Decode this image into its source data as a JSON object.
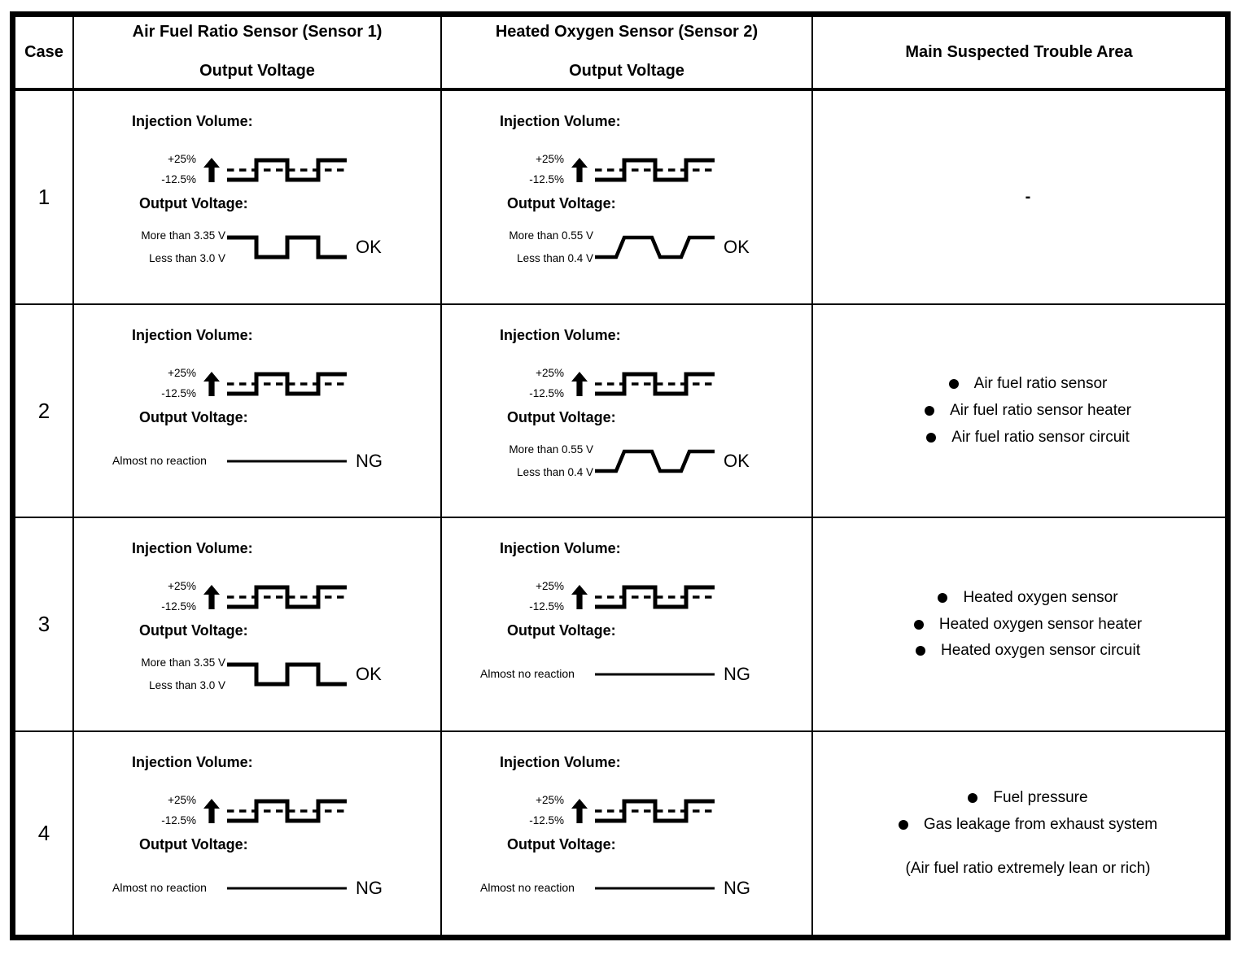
{
  "header": {
    "case": "Case",
    "sensor1_title": "Air Fuel Ratio Sensor (Sensor 1)",
    "sensor1_subtitle": "Output Voltage",
    "sensor2_title": "Heated Oxygen Sensor (Sensor 2)",
    "sensor2_subtitle": "Output Voltage",
    "trouble": "Main Suspected Trouble Area"
  },
  "labels": {
    "injection_volume": "Injection Volume:",
    "output_voltage": "Output Voltage:",
    "inj_plus": "+25%",
    "inj_minus": "-12.5%"
  },
  "rows": [
    {
      "case": "1",
      "sensor1": {
        "variant": "ok-square",
        "high_label": "More than 3.35 V",
        "low_label": "Less than 3.0 V",
        "result": "OK"
      },
      "sensor2": {
        "variant": "ok-trapezoid",
        "high_label": "More than 0.55 V",
        "low_label": "Less than 0.4 V",
        "result": "OK"
      },
      "trouble": {
        "text": "-"
      }
    },
    {
      "case": "2",
      "sensor1": {
        "variant": "no-reaction",
        "label": "Almost no reaction",
        "result": "NG"
      },
      "sensor2": {
        "variant": "ok-trapezoid",
        "high_label": "More than 0.55 V",
        "low_label": "Less than 0.4 V",
        "result": "OK"
      },
      "trouble": {
        "bullets": [
          "Air fuel ratio sensor",
          "Air fuel ratio sensor heater",
          "Air fuel ratio sensor circuit"
        ]
      }
    },
    {
      "case": "3",
      "sensor1": {
        "variant": "ok-square",
        "high_label": "More than 3.35 V",
        "low_label": "Less than 3.0 V",
        "result": "OK"
      },
      "sensor2": {
        "variant": "no-reaction",
        "label": "Almost no reaction",
        "result": "NG"
      },
      "trouble": {
        "bullets": [
          "Heated oxygen sensor",
          "Heated oxygen sensor heater",
          "Heated oxygen sensor circuit"
        ]
      }
    },
    {
      "case": "4",
      "sensor1": {
        "variant": "no-reaction",
        "label": "Almost no reaction",
        "result": "NG"
      },
      "sensor2": {
        "variant": "no-reaction",
        "label": "Almost no reaction",
        "result": "NG"
      },
      "trouble": {
        "bullets": [
          "Fuel pressure",
          "Gas leakage from exhaust system"
        ],
        "note": "(Air fuel ratio extremely lean or rich)"
      }
    }
  ],
  "colors": {
    "ink": "#000000",
    "background": "#ffffff"
  }
}
